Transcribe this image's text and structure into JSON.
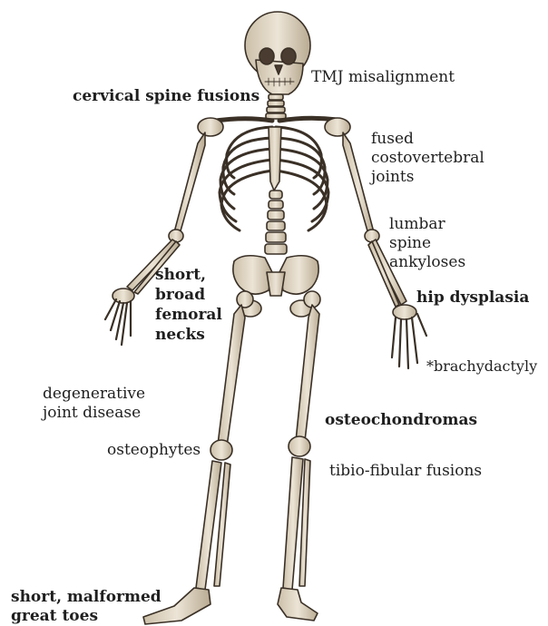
{
  "figure": {
    "kind": "anatomical skeleton illustration",
    "line_color": "#3a3026",
    "bone_color": "#e6dccb",
    "bone_shadow": "#b8a98f"
  },
  "labels": {
    "tmj": "TMJ misalignment",
    "cervical": "cervical spine fusions",
    "costovertebral": "fused costovertebral joints",
    "lumbar": "lumbar spine ankyloses",
    "femoral": "short, broad femoral necks",
    "hip": "hip dysplasia",
    "brachy": "*brachydactyly",
    "degenerative": "degenerative joint disease",
    "osteochondromas": "osteochondromas",
    "osteophytes": "osteophytes",
    "tibiofibular": "tibio-fibular fusions",
    "toes": "short, malformed great toes"
  }
}
